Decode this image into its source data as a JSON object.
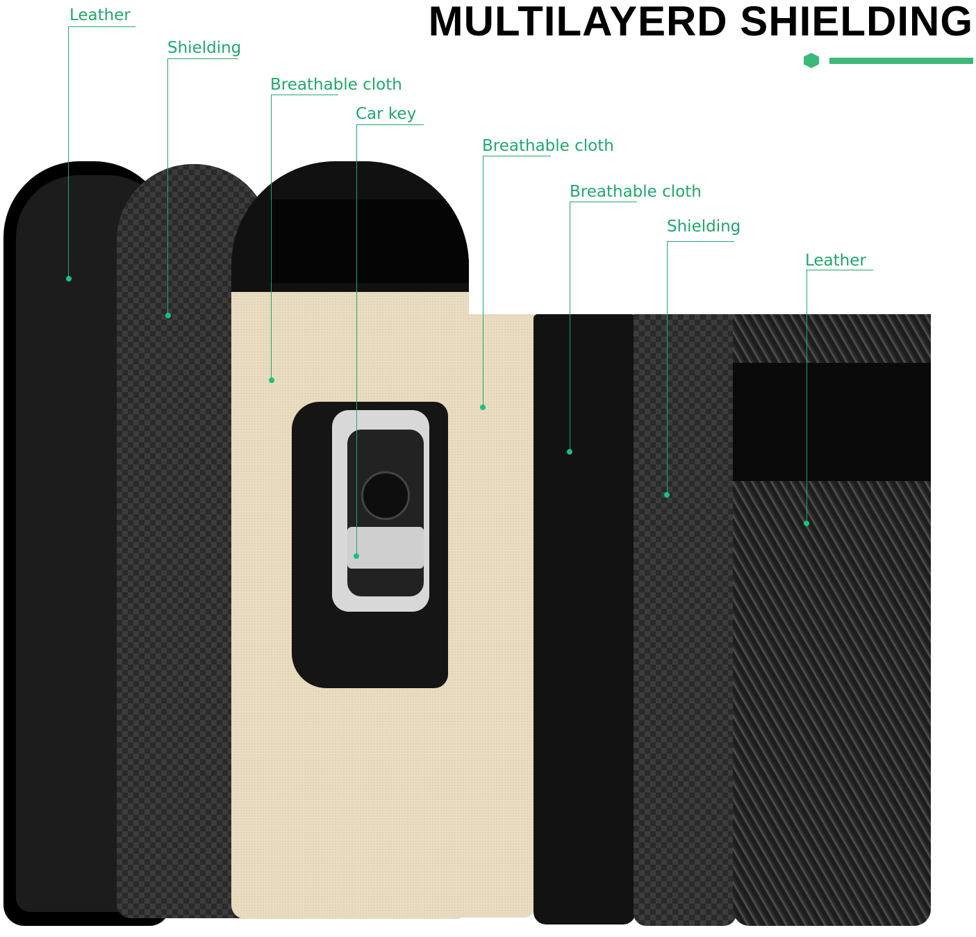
{
  "title": "MULTILAYERD SHIELDING",
  "accent_color": "#3cb878",
  "labels": [
    {
      "text": "Leather"
    },
    {
      "text": "Shielding"
    },
    {
      "text": "Breathable cloth"
    },
    {
      "text": "Car key"
    },
    {
      "text": "Breathable cloth"
    },
    {
      "text": "Breathable cloth"
    },
    {
      "text": "Shielding"
    },
    {
      "text": "Leather"
    }
  ]
}
